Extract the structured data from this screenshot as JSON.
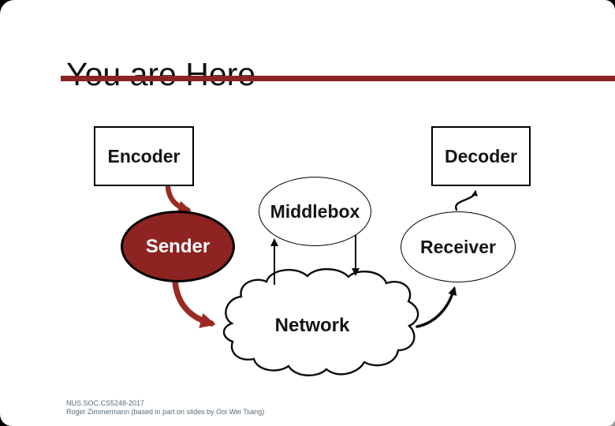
{
  "slide": {
    "title": "You are Here",
    "footer_line1": "NUS.SOC.CS5248-2017",
    "footer_line2": "Roger Zimmermann (based in part on slides by Ooi Wei Tsang)"
  },
  "colors": {
    "accent": "#8E2323",
    "arrow_red": "#992B23",
    "sender_fill": "#8D2422",
    "outline": "#0B0B0B",
    "footer_text": "#5A6A76"
  },
  "diagram": {
    "nodes": {
      "encoder": {
        "label": "Encoder",
        "shape": "rect"
      },
      "decoder": {
        "label": "Decoder",
        "shape": "rect"
      },
      "middlebox": {
        "label": "Middlebox",
        "shape": "ellipse"
      },
      "sender": {
        "label": "Sender",
        "shape": "ellipse",
        "fill": "#8D2422",
        "text_color": "#FFFFFF"
      },
      "receiver": {
        "label": "Receiver",
        "shape": "ellipse"
      },
      "network": {
        "label": "Network",
        "shape": "cloud"
      }
    },
    "edges": [
      {
        "from": "encoder",
        "to": "sender",
        "color": "#992B23",
        "style": "thick"
      },
      {
        "from": "sender",
        "to": "network",
        "color": "#992B23",
        "style": "thick"
      },
      {
        "from": "network",
        "to": "middlebox",
        "color": "#0B0B0B",
        "style": "thin"
      },
      {
        "from": "middlebox",
        "to": "network",
        "color": "#0B0B0B",
        "style": "thin"
      },
      {
        "from": "network",
        "to": "receiver",
        "color": "#0B0B0B",
        "style": "medium"
      },
      {
        "from": "receiver",
        "to": "decoder",
        "color": "#0B0B0B",
        "style": "thin"
      }
    ]
  }
}
